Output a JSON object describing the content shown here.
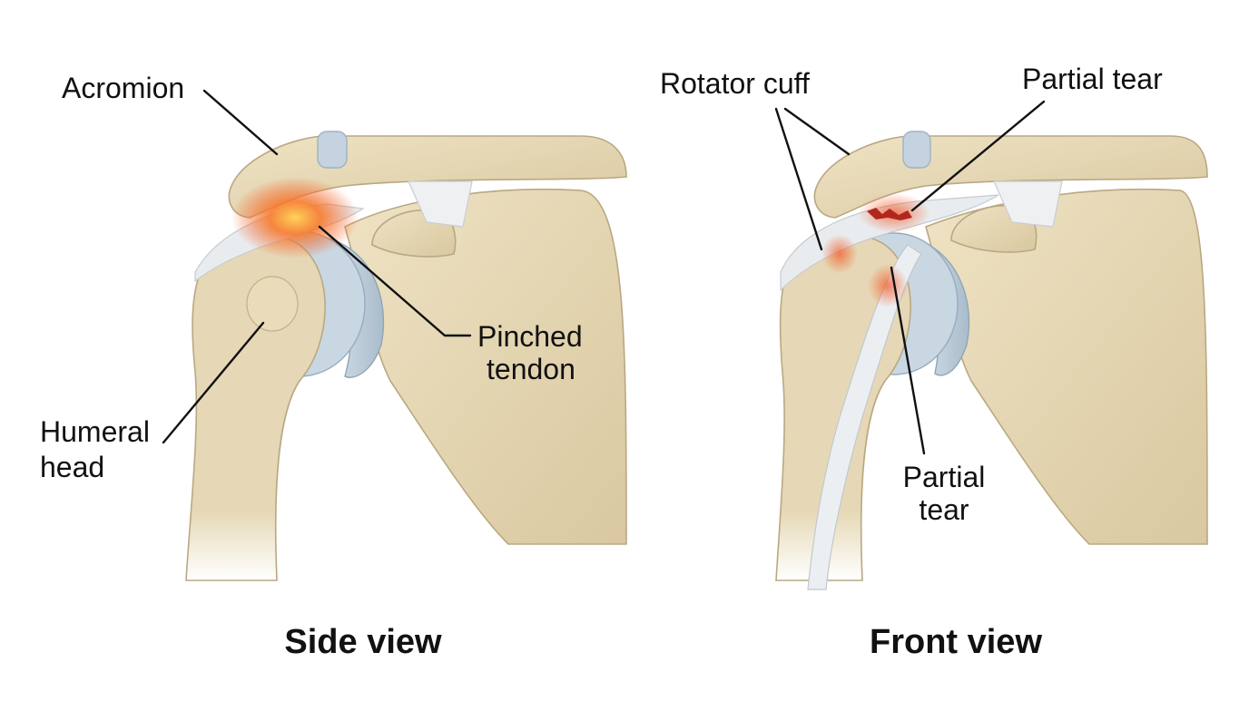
{
  "side_view": {
    "caption": "Side view",
    "labels": {
      "acromion": "Acromion",
      "humeral_head_line1": "Humeral",
      "humeral_head_line2": "head",
      "pinched_tendon_line1": "Pinched",
      "pinched_tendon_line2": "tendon"
    }
  },
  "front_view": {
    "caption": "Front view",
    "labels": {
      "rotator_cuff": "Rotator cuff",
      "partial_tear_top": "Partial tear",
      "partial_tear_bottom_line1": "Partial",
      "partial_tear_bottom_line2": "tear"
    }
  },
  "colors": {
    "bone": "#e6d8b6",
    "bone_shadow": "#cdbb94",
    "cartilage": "#c4d3df",
    "tendon": "#e9ecef",
    "inflammation": "#f25c2a",
    "tear": "#b3261e",
    "ink": "#111111"
  }
}
